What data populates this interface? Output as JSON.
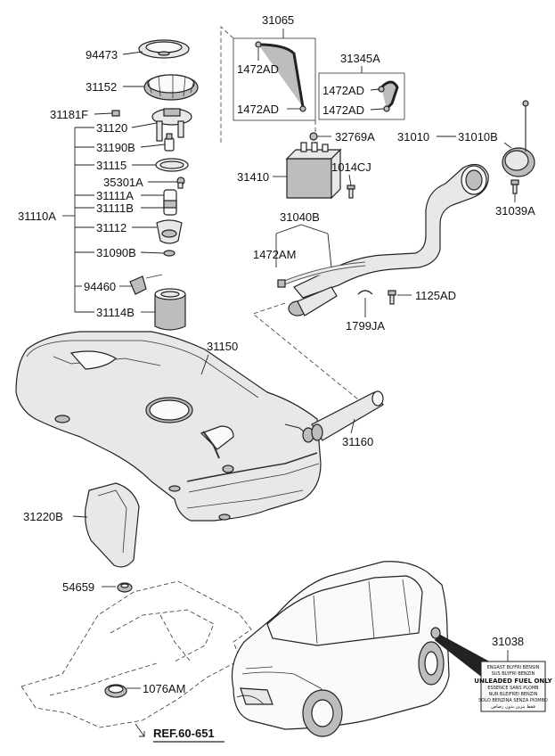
{
  "labels": {
    "p31065": "31065",
    "p94473": "94473",
    "p31152": "31152",
    "p31181F": "31181F",
    "p31120": "31120",
    "p31190B": "31190B",
    "p31115": "31115",
    "p35301A": "35301A",
    "p31111A": "31111A",
    "p31111B": "31111B",
    "p31110A": "31110A",
    "p31112": "31112",
    "p31090B": "31090B",
    "p94460": "94460",
    "p31114B": "31114B",
    "p1472AD_a": "1472AD",
    "p1472AD_b": "1472AD",
    "p31345A": "31345A",
    "p1472AD_c": "1472AD",
    "p1472AD_d": "1472AD",
    "p32769A": "32769A",
    "p31010": "31010",
    "p31010B": "31010B",
    "p31410": "31410",
    "p1014CJ": "1014CJ",
    "p31039A": "31039A",
    "p31040B": "31040B",
    "p1472AM": "1472AM",
    "p1125AD": "1125AD",
    "p1799JA": "1799JA",
    "p31150": "31150",
    "p31160": "31160",
    "p31220B": "31220B",
    "p54659": "54659",
    "p1076AM": "1076AM",
    "p31038": "31038"
  },
  "ref": "REF.60-651",
  "sticker": {
    "line1": "ENGAST BLYFRI BENSIN",
    "line2": "SUS BLYFRI BENZIN",
    "line3": "UNLEADED FUEL ONLY",
    "line4": "ESSENCE SANS PLOMB",
    "line5": "NUR BLEIFREI BENZIN",
    "line6": "SOLO BENZINA SENZA PIOMBO",
    "line7": "فقط بنزين بدون رصاص"
  }
}
